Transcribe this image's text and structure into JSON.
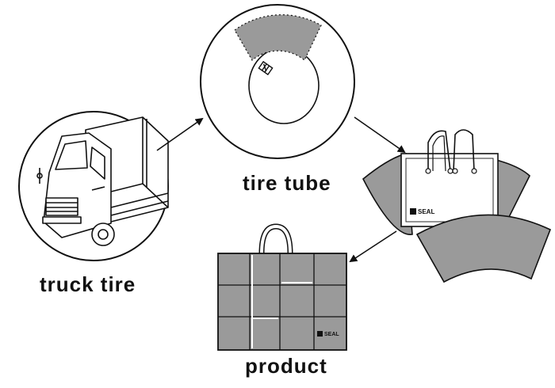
{
  "diagram": {
    "steps": [
      {
        "label": "truck tire"
      },
      {
        "label": "tire tube"
      },
      {
        "label": "product"
      }
    ],
    "brand_mark": "SEAL",
    "colors": {
      "line": "#111111",
      "fill_gray": "#999999",
      "background": "#ffffff"
    }
  }
}
